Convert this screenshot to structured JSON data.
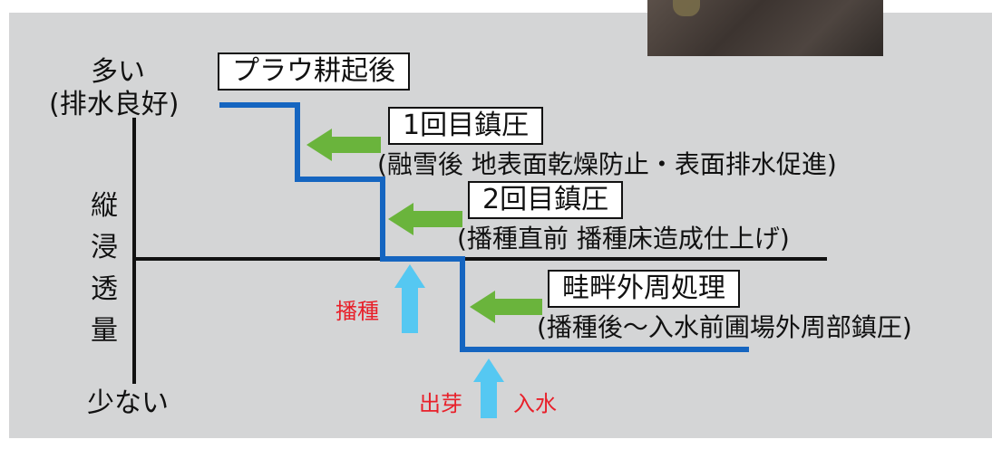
{
  "axis": {
    "top_label": "多い",
    "top_sublabel": "(排水良好)",
    "bottom_label": "少ない",
    "vertical_label": [
      "縦",
      "浸",
      "透",
      "量"
    ]
  },
  "steps": [
    {
      "box": "プラウ耕起後",
      "note": ""
    },
    {
      "box": "1回目鎮圧",
      "note": "(融雪後 地表面乾燥防止・表面排水促進)"
    },
    {
      "box": "2回目鎮圧",
      "note": "(播種直前 播種床造成仕上げ)"
    },
    {
      "box": "畦畔外周処理",
      "note": "(播種後～入水前圃場外周部鎮圧)"
    }
  ],
  "events": {
    "sowing": "播種",
    "germination": "出芽",
    "flooding": "入水"
  },
  "colors": {
    "panel": "#d4d5d6",
    "step_line": "#1565c0",
    "green_arrow": "#6ab43c",
    "blue_arrow": "#55c8f2",
    "red_text": "#e8202a"
  }
}
